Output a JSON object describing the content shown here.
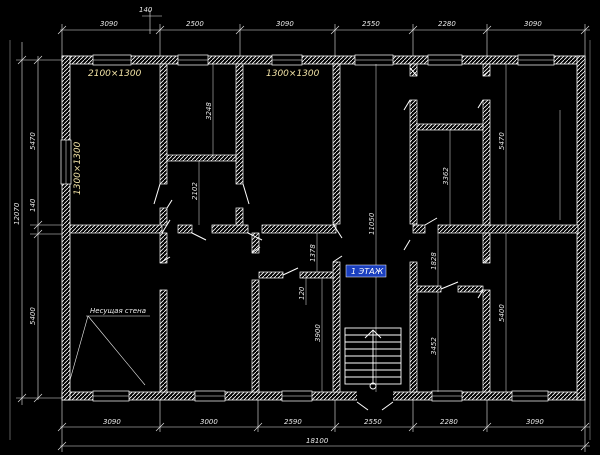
{
  "colors": {
    "background": "#000000",
    "lines": "#ffffff",
    "window_labels": "#f2e3a6",
    "floor_label_bg": "#1a3fbf"
  },
  "dimensions": {
    "top_offset": "140",
    "top": [
      "3090",
      "2500",
      "3090",
      "2550",
      "2280",
      "3090"
    ],
    "bottom": [
      "3090",
      "3000",
      "2590",
      "2550",
      "2280",
      "3090"
    ],
    "total_width": "18100",
    "left_total": "12070",
    "left_upper": "5470",
    "left_gap": "140",
    "left_lower": "5400",
    "right_upper": "5470",
    "right_lower": "5400",
    "corridor_length": "11050",
    "closet_depth": "3248",
    "closet_door": "2102",
    "small_1378": "1378",
    "small_120": "120",
    "small_3900": "3900",
    "small_1828": "1828",
    "right_3362": "3362",
    "right_3452": "3452"
  },
  "windows": {
    "w1": "2100×1300",
    "w2": "1300×1300",
    "w3": "1300×1300"
  },
  "floor_label": "1 ЭТАЖ",
  "load_bearing_wall_note": "Несущая стена"
}
